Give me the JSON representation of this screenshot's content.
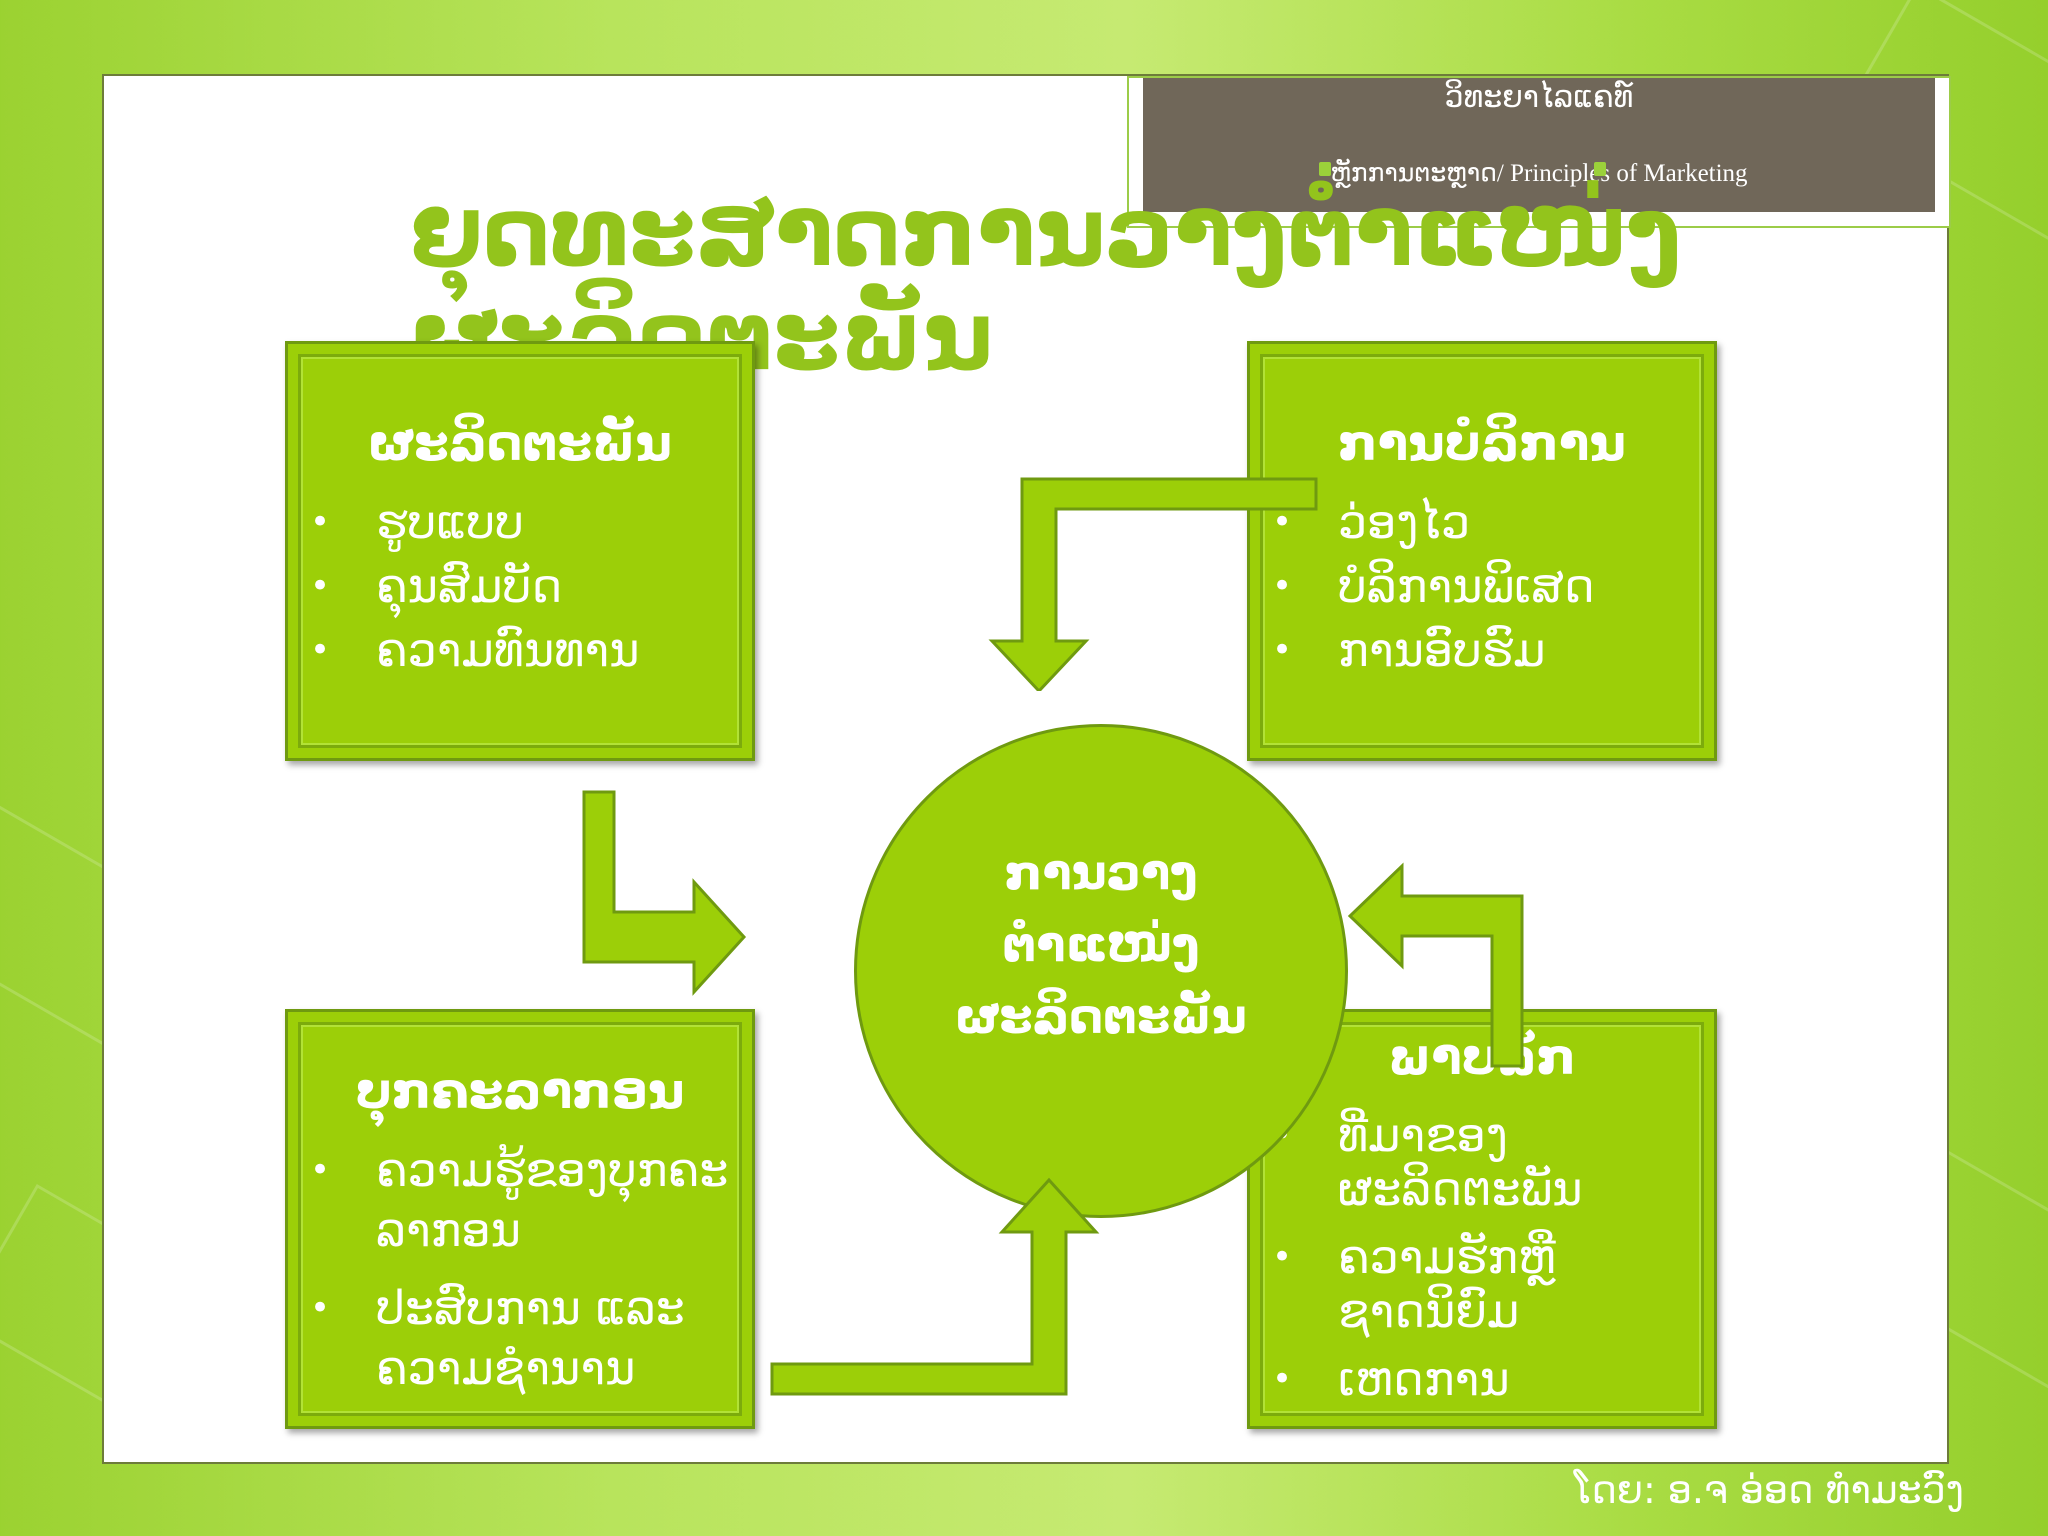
{
  "header": {
    "line1": "ວິທະຍາໄລແຄທ໌",
    "line2": "ຫຼັກການຕະຫຼາດ/ Principles of Marketing"
  },
  "title": "ຍຸດທະສາດການວາງຕຳແໜ່ງ ຜະລິດຕະພັນ",
  "boxes": {
    "product": {
      "title": "ຜະລິດຕະພັນ",
      "items": [
        "ຮູບແບບ",
        "ຄຸນສົມບັດ",
        "ຄວາມທົນທານ"
      ]
    },
    "service": {
      "title": "ການບໍລິການ",
      "items": [
        "ວ່ອງໄວ",
        "ບໍລິການພິເສດ",
        "ການອົບຮົມ"
      ]
    },
    "personnel": {
      "title": "ບຸກຄະລາກອນ",
      "items": [
        "ຄວາມຮູ້ຂອງບຸກຄະລາກອນ",
        "ປະສົບການ ແລະ ຄວາມຊຳນານ"
      ]
    },
    "image": {
      "title": "ພາບລັກ",
      "items": [
        "ທີ່ມາຂອງຜະລິດຕະພັນ",
        "ຄວາມຮັກຫຼືຊາດນິຍົມ",
        "ເຫດການ"
      ]
    }
  },
  "center": "ການວາງຕຳແໜ່ງຜະລິດຕະພັນ",
  "footer": "ໂດຍ: ອ.ຈ ອ່ອດ ທຳມະວົງ",
  "colors": {
    "accent": "#9ccf08",
    "title": "#93c41c",
    "header_bg": "#706759"
  }
}
